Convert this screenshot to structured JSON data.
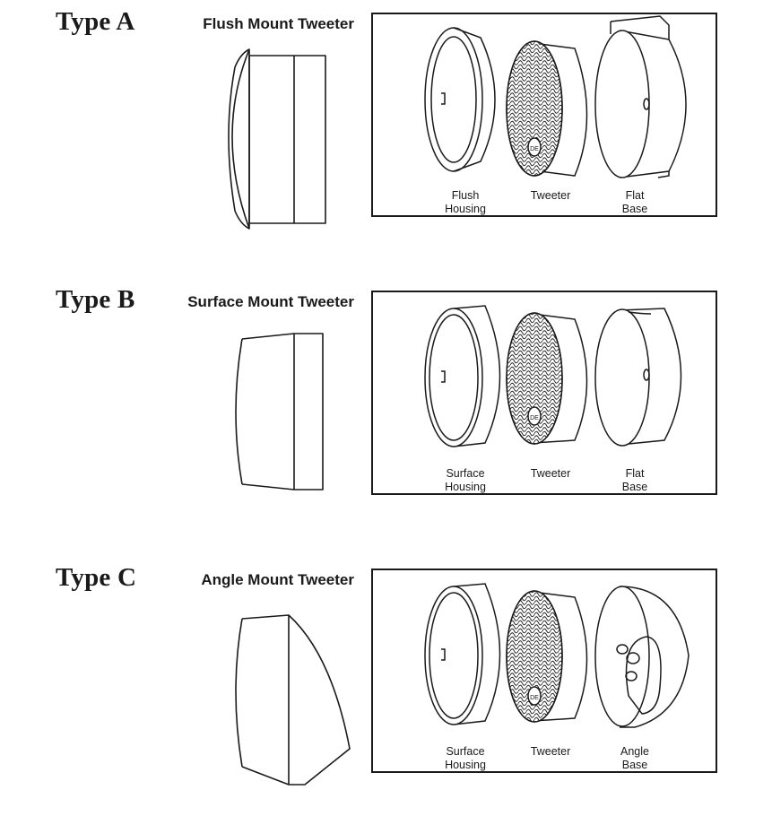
{
  "sections": [
    {
      "type_label": "Type A",
      "mount_label": "Flush Mount Tweeter",
      "parts": [
        {
          "line1": "Flush",
          "line2": "Housing"
        },
        {
          "line1": "Tweeter",
          "line2": ""
        },
        {
          "line1": "Flat",
          "line2": "Base"
        }
      ]
    },
    {
      "type_label": "Type B",
      "mount_label": "Surface Mount Tweeter",
      "parts": [
        {
          "line1": "Surface",
          "line2": "Housing"
        },
        {
          "line1": "Tweeter",
          "line2": ""
        },
        {
          "line1": "Flat",
          "line2": "Base"
        }
      ]
    },
    {
      "type_label": "Type C",
      "mount_label": "Angle Mount Tweeter",
      "parts": [
        {
          "line1": "Surface",
          "line2": "Housing"
        },
        {
          "line1": "Tweeter",
          "line2": ""
        },
        {
          "line1": "Angle",
          "line2": "Base"
        }
      ]
    }
  ],
  "colors": {
    "line": "#1a1a1a",
    "background": "#ffffff"
  }
}
